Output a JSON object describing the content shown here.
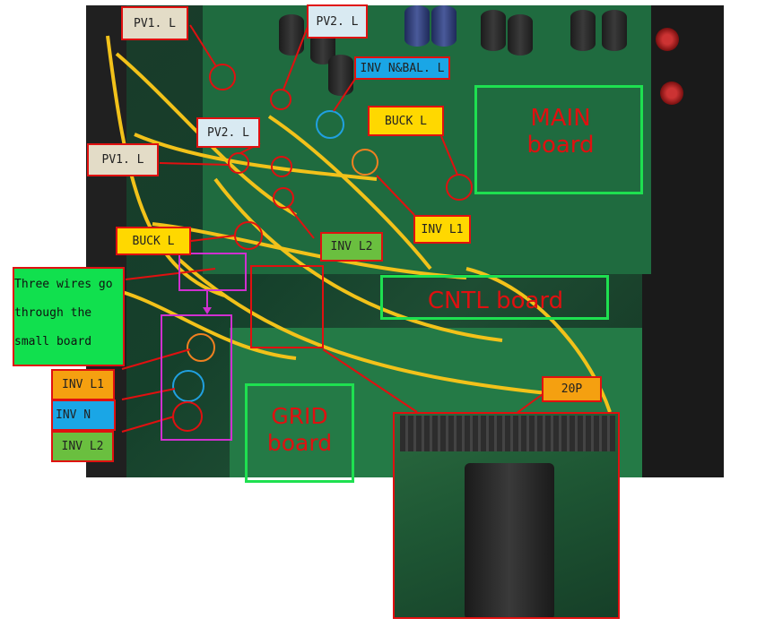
{
  "labels": {
    "pv1_top": "PV1. L",
    "pv2_top": "PV2. L",
    "inv_nbal": "INV N&BAL. L",
    "buck_top": "BUCK L",
    "pv2_mid": "PV2. L",
    "pv1_mid": "PV1. L",
    "buck_left": "BUCK L",
    "inv_l1_mid": "INV L1",
    "inv_l2_mid": "INV L2",
    "inv_l1_left": "INV L1",
    "inv_n_left": "INV N",
    "inv_l2_left": "INV L2",
    "twenty_p": "20P"
  },
  "note_text": "Three wires go\nthrough the\nsmall board",
  "boards": {
    "main": "MAIN\nboard",
    "cntl": "CNTL board",
    "grid": "GRID\nboard"
  },
  "colors": {
    "label_border": "#e01010",
    "board_box": "#1ee050",
    "board_text": "#e01010",
    "callout_red": "#e01010",
    "callout_orange": "#f08020",
    "callout_blue": "#20a0e0",
    "magenta": "#d030d0",
    "wire_yellow": "#f2c21a"
  }
}
